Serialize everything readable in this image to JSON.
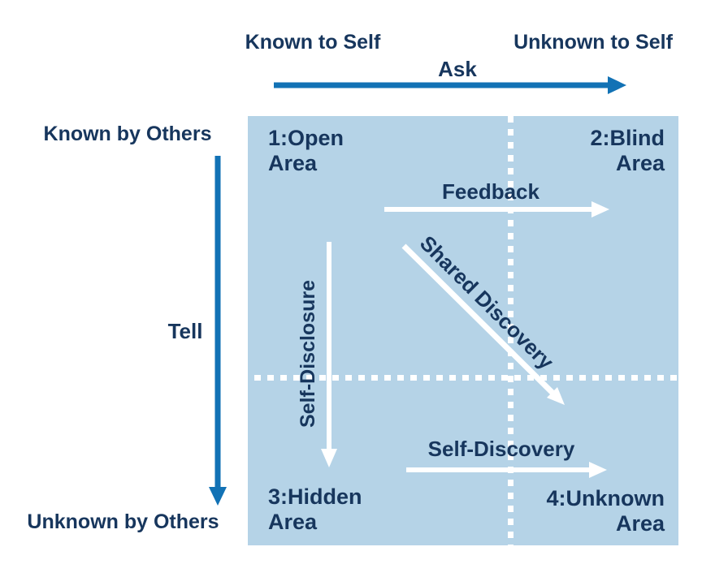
{
  "colors": {
    "navy": "#17365D",
    "blue": "#1272B5",
    "panel": "#B5D3E7",
    "white": "#FFFFFF"
  },
  "top_axis": {
    "left_label": "Known to Self",
    "right_label": "Unknown to Self",
    "arrow_label": "Ask"
  },
  "left_axis": {
    "top_label": "Known by Others",
    "bottom_label": "Unknown by Others",
    "arrow_label": "Tell"
  },
  "quadrants": [
    {
      "label": "1:Open\nArea"
    },
    {
      "label": "2:Blind\nArea"
    },
    {
      "label": "3:Hidden\nArea"
    },
    {
      "label": "4:Unknown\nArea"
    }
  ],
  "processes": {
    "feedback": "Feedback",
    "self_disclosure": "Self-Disclosure",
    "shared_discovery": "Shared Discovery",
    "self_discovery": "Self-Discovery"
  }
}
